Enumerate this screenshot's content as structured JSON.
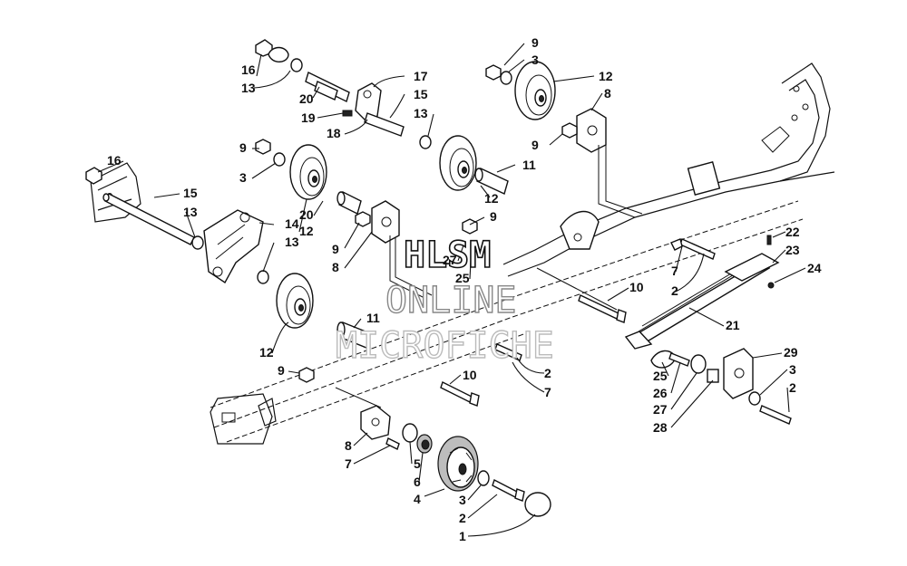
{
  "watermark": {
    "line1": "HLSM",
    "line2": "ONLINE",
    "line3": "MICROFICHE"
  },
  "callouts": [
    {
      "id": "c16a",
      "text": "16"
    },
    {
      "id": "c13a",
      "text": "13"
    },
    {
      "id": "c20a",
      "text": "20"
    },
    {
      "id": "c19",
      "text": "19"
    },
    {
      "id": "c18",
      "text": "18"
    },
    {
      "id": "c17",
      "text": "17"
    },
    {
      "id": "c15a",
      "text": "15"
    },
    {
      "id": "c13b",
      "text": "13"
    },
    {
      "id": "c9a",
      "text": "9"
    },
    {
      "id": "c3a",
      "text": "3"
    },
    {
      "id": "c12a",
      "text": "12"
    },
    {
      "id": "c8a",
      "text": "8"
    },
    {
      "id": "c9b",
      "text": "9"
    },
    {
      "id": "c11a",
      "text": "11"
    },
    {
      "id": "c12b",
      "text": "12"
    },
    {
      "id": "c16b",
      "text": "16"
    },
    {
      "id": "c15b",
      "text": "15"
    },
    {
      "id": "c13c",
      "text": "13"
    },
    {
      "id": "c9c",
      "text": "9"
    },
    {
      "id": "c3b",
      "text": "3"
    },
    {
      "id": "c20b",
      "text": "20"
    },
    {
      "id": "c12c",
      "text": "12"
    },
    {
      "id": "c9d",
      "text": "9"
    },
    {
      "id": "c8b",
      "text": "8"
    },
    {
      "id": "c14",
      "text": "14"
    },
    {
      "id": "c13d",
      "text": "13"
    },
    {
      "id": "c9e",
      "text": "9"
    },
    {
      "id": "c27a",
      "text": "27"
    },
    {
      "id": "c25a",
      "text": "25"
    },
    {
      "id": "c7a",
      "text": "7"
    },
    {
      "id": "c2a",
      "text": "2"
    },
    {
      "id": "c10a",
      "text": "10"
    },
    {
      "id": "c11b",
      "text": "11"
    },
    {
      "id": "c12d",
      "text": "12"
    },
    {
      "id": "c9f",
      "text": "9"
    },
    {
      "id": "c10b",
      "text": "10"
    },
    {
      "id": "c2b",
      "text": "2"
    },
    {
      "id": "c7b",
      "text": "7"
    },
    {
      "id": "c22",
      "text": "22"
    },
    {
      "id": "c23",
      "text": "23"
    },
    {
      "id": "c24",
      "text": "24"
    },
    {
      "id": "c21",
      "text": "21"
    },
    {
      "id": "c29",
      "text": "29"
    },
    {
      "id": "c3c",
      "text": "3"
    },
    {
      "id": "c2c",
      "text": "2"
    },
    {
      "id": "c25b",
      "text": "25"
    },
    {
      "id": "c26",
      "text": "26"
    },
    {
      "id": "c27b",
      "text": "27"
    },
    {
      "id": "c28",
      "text": "28"
    },
    {
      "id": "c8c",
      "text": "8"
    },
    {
      "id": "c7c",
      "text": "7"
    },
    {
      "id": "c5",
      "text": "5"
    },
    {
      "id": "c6",
      "text": "6"
    },
    {
      "id": "c4",
      "text": "4"
    },
    {
      "id": "c3d",
      "text": "3"
    },
    {
      "id": "c2d",
      "text": "2"
    },
    {
      "id": "c1",
      "text": "1"
    }
  ]
}
